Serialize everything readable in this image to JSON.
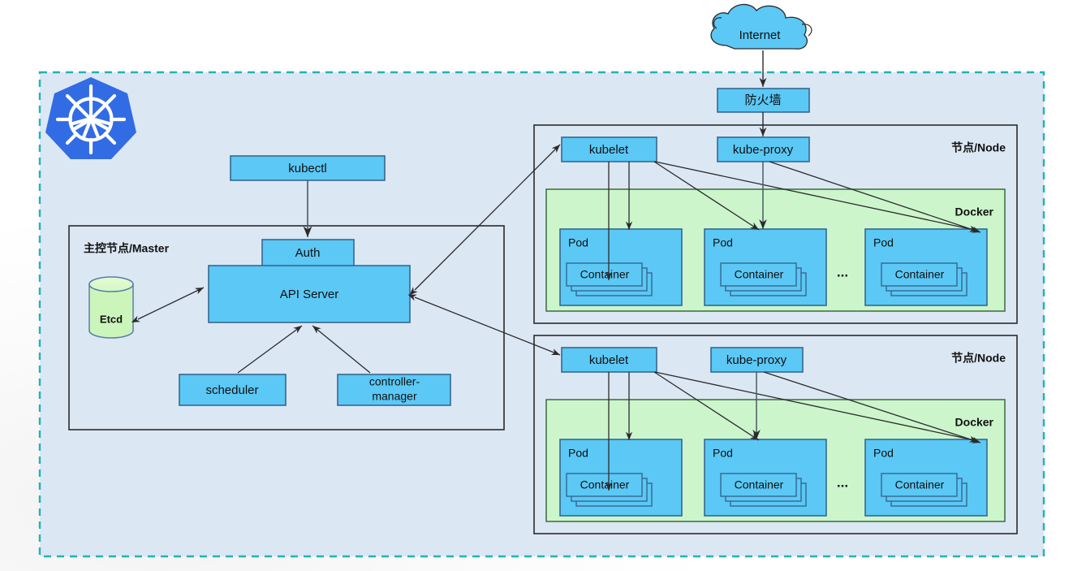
{
  "diagram": {
    "title": "Kubernetes Architecture",
    "colors": {
      "cluster_bg": "#dce7f4",
      "cluster_border": "#22b3b3",
      "box_blue": "#5bc8f5",
      "box_border": "#36688f",
      "docker_green": "#ccf5cc",
      "docker_border": "#3a6b3a",
      "etcd_green": "#ccf5bb",
      "node_border": "#2a2a2a",
      "arrow": "#2b2b2b",
      "k8s_logo": "#326ce5",
      "text": "#101010"
    }
  },
  "internet": {
    "label": "Internet"
  },
  "firewall": {
    "label": "防火墙"
  },
  "logo": {
    "name": "kubernetes-logo"
  },
  "master": {
    "title": "主控节点/Master",
    "kubectl": "kubectl",
    "auth": "Auth",
    "api_server": "API Server",
    "etcd": "Etcd",
    "scheduler": "scheduler",
    "controller_manager_line1": "controller-",
    "controller_manager_line2": "manager"
  },
  "nodes": [
    {
      "title": "节点/Node",
      "kubelet": "kubelet",
      "kube_proxy": "kube-proxy",
      "docker": "Docker",
      "ellipsis": "...",
      "pods": [
        {
          "label": "Pod",
          "container": "Container"
        },
        {
          "label": "Pod",
          "container": "Container"
        },
        {
          "label": "Pod",
          "container": "Container"
        }
      ]
    },
    {
      "title": "节点/Node",
      "kubelet": "kubelet",
      "kube_proxy": "kube-proxy",
      "docker": "Docker",
      "ellipsis": "...",
      "pods": [
        {
          "label": "Pod",
          "container": "Container"
        },
        {
          "label": "Pod",
          "container": "Container"
        },
        {
          "label": "Pod",
          "container": "Container"
        }
      ]
    }
  ]
}
